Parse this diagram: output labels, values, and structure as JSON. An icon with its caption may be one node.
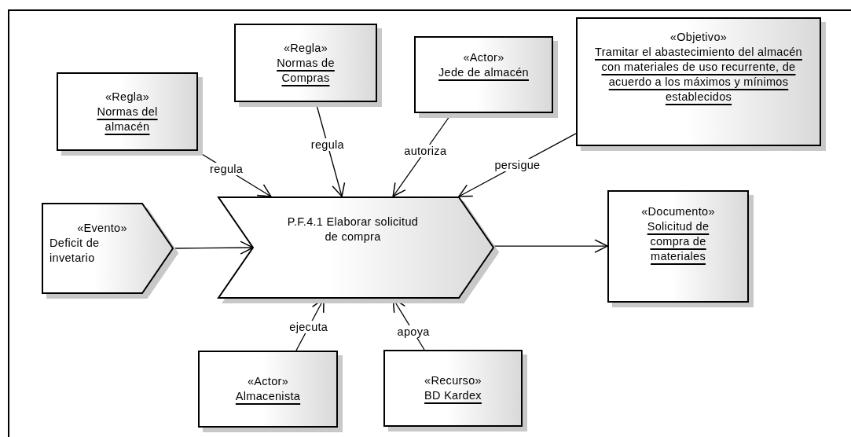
{
  "diagram": {
    "nodes": [
      {
        "text": [
          "«Regla»",
          "Normas del almacén"
        ]
      },
      {
        "text": [
          "«Regla»",
          "Normas de Compras"
        ]
      },
      {
        "text": [
          "«Actor»",
          "Jede de almacén"
        ]
      },
      {
        "text": [
          "«Objetivo»",
          "Tramitar el abastecimiento del almacén con materiales de uso recurrente, de acuerdo a los máximos y mínimos establecidos"
        ]
      },
      {
        "text": [
          "«Evento»",
          "Deficit de invetario"
        ]
      },
      {
        "text": [
          "P.F.4.1 Elaborar solicitud de compra"
        ]
      },
      {
        "text": [
          "«Documento»",
          "Solicitud de compra de materiales"
        ]
      },
      {
        "text": [
          "«Actor»",
          "Almacenista"
        ]
      },
      {
        "text": [
          "«Recurso»",
          "BD Kardex"
        ]
      }
    ],
    "edges": [
      {
        "from": 0,
        "to": 5,
        "arrow": "to",
        "label": "regula"
      },
      {
        "from": 1,
        "to": 5,
        "arrow": "to",
        "label": "regula"
      },
      {
        "from": 2,
        "to": 5,
        "arrow": "to",
        "label": "autoriza"
      },
      {
        "from": 3,
        "to": 5,
        "arrow": "to",
        "label": "persigue"
      },
      {
        "from": 4,
        "to": 5,
        "arrow": "to"
      },
      {
        "from": 5,
        "to": 6,
        "arrow": "to"
      },
      {
        "from": 7,
        "to": 5,
        "arrow": "to",
        "label": "ejecuta"
      },
      {
        "from": 8,
        "to": 5,
        "arrow": "to",
        "label": "apoya"
      }
    ]
  }
}
